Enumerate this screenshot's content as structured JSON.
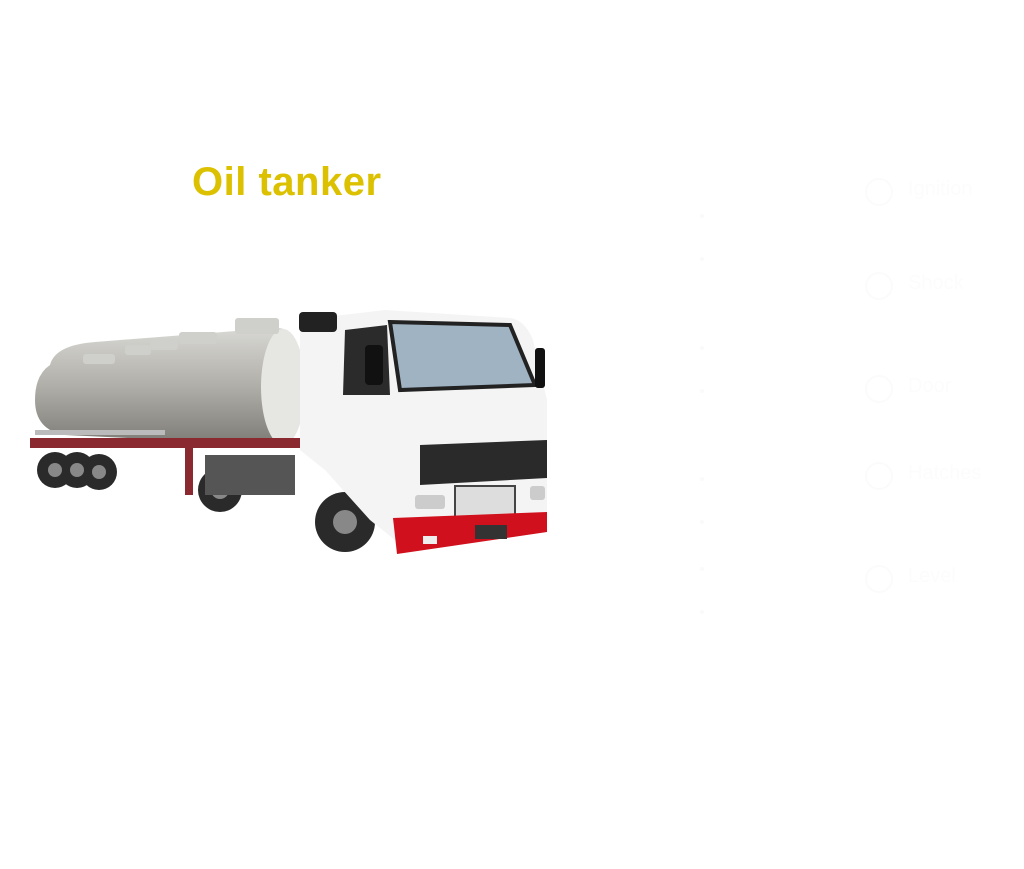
{
  "title": "Oil tanker",
  "features": [
    {
      "label": "Ignition",
      "icon": "ignition-icon"
    },
    {
      "label": "Shock",
      "icon": "shock-icon"
    },
    {
      "label": "Door",
      "icon": "door-icon"
    },
    {
      "label": "Hatches",
      "icon": "hatches-icon"
    },
    {
      "label": "Level",
      "icon": "level-icon"
    }
  ],
  "colors": {
    "title": "#dcc100",
    "cab": "#f4f4f4",
    "bumper": "#d0101c",
    "tank": "#b8b8b4"
  }
}
